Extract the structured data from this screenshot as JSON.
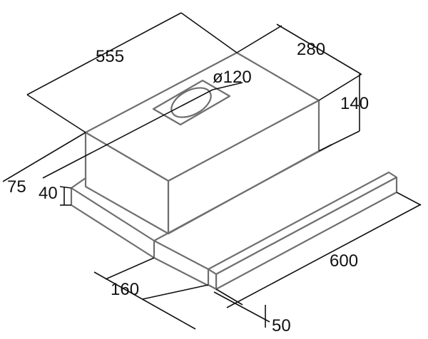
{
  "dimensions": {
    "width_top": "555",
    "depth": "280",
    "duct_diameter": "ø120",
    "height": "140",
    "front_height": "75",
    "slide_height": "40",
    "width_front": "600",
    "slide_depth": "160",
    "handle_height": "50"
  },
  "colors": {
    "outline": "#6f6f6f",
    "dimension": "#111111",
    "background": "#ffffff"
  }
}
